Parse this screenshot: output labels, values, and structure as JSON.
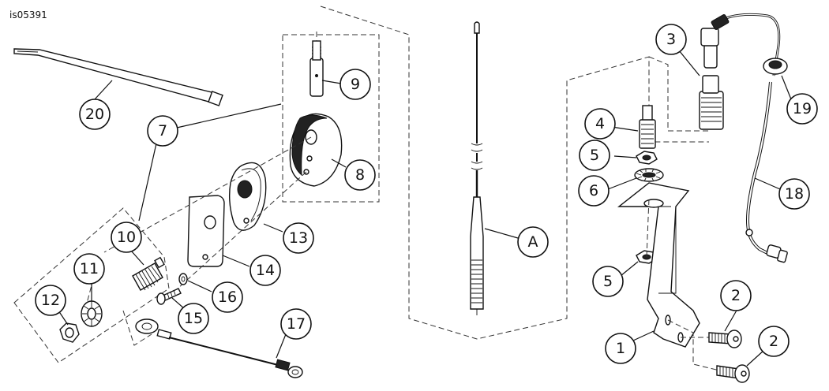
{
  "figure_id": "is05391",
  "callouts": {
    "c1": "1",
    "c2a": "2",
    "c2b": "2",
    "c3": "3",
    "c4": "4",
    "c5a": "5",
    "c5b": "5",
    "c6": "6",
    "c7": "7",
    "c8": "8",
    "c9": "9",
    "c10": "10",
    "c11": "11",
    "c12": "12",
    "c13": "13",
    "c14": "14",
    "c15": "15",
    "c16": "16",
    "c17": "17",
    "c18": "18",
    "c19": "19",
    "c20": "20",
    "cA": "A"
  }
}
